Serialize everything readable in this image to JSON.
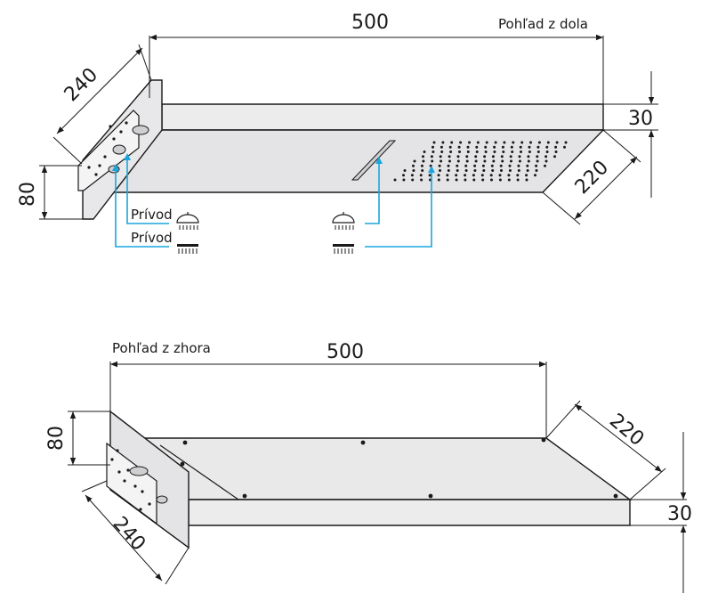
{
  "bottom_view": {
    "title": "Pohľad z dola",
    "dim_length": "500",
    "dim_depth": "240",
    "dim_height": "80",
    "dim_thickness": "30",
    "dim_width": "220",
    "inlet_label_1": "Prívod",
    "inlet_label_2": "Prívod"
  },
  "top_view": {
    "title": "Pohľad z zhora",
    "dim_length": "500",
    "dim_width": "220",
    "dim_height": "80",
    "dim_thickness": "30",
    "dim_depth": "240"
  },
  "colors": {
    "line": "#1a1a1a",
    "connector": "#1aa6dc",
    "panel_fill": "#e9e9ea",
    "panel_dark": "#d4d4d6"
  },
  "icons": [
    "rain-shower-head-icon",
    "waterfall-outlet-icon"
  ]
}
